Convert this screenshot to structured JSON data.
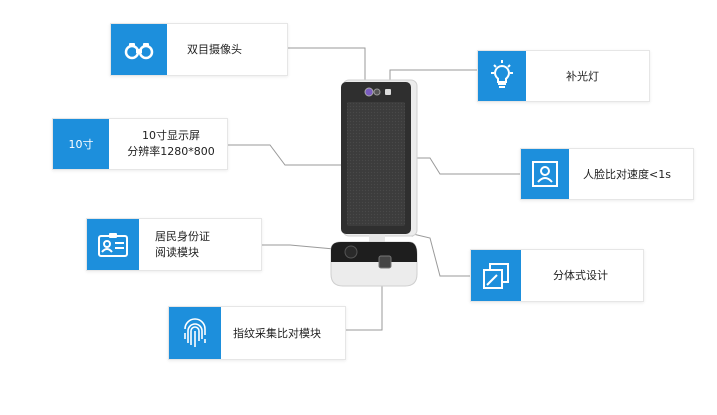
{
  "callouts": {
    "dual_camera": "双目摄像头",
    "fill_light": "补光灯",
    "screen_size_badge": "10寸",
    "screen_title": "10寸显示屏",
    "screen_resolution": "分辨率1280*800",
    "face_speed": "人脸比对速度<1s",
    "id_reader_line1": "居民身份证",
    "id_reader_line2": "阅读模块",
    "split_design": "分体式设计",
    "fingerprint": "指纹采集比对模块"
  },
  "colors": {
    "accent": "#1d8fdc",
    "device_screen": "#3b3b3b",
    "device_body": "#f2f2f2"
  },
  "icons": [
    "binoculars-icon",
    "lightbulb-icon",
    "face-id-icon",
    "id-card-icon",
    "split-window-icon",
    "fingerprint-icon"
  ]
}
